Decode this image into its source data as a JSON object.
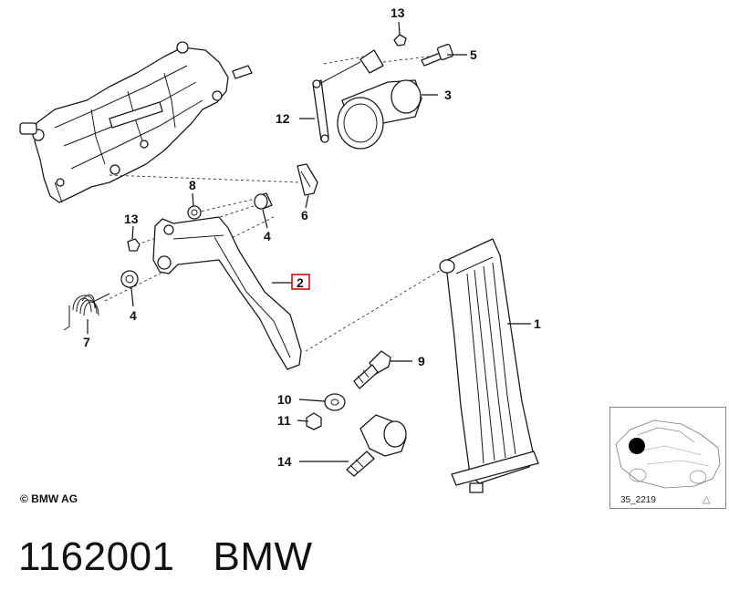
{
  "diagram": {
    "parts": [
      {
        "id": "label-1",
        "text": "1"
      },
      {
        "id": "label-2",
        "text": "2"
      },
      {
        "id": "label-3",
        "text": "3"
      },
      {
        "id": "label-4a",
        "text": "4"
      },
      {
        "id": "label-4b",
        "text": "4"
      },
      {
        "id": "label-5",
        "text": "5"
      },
      {
        "id": "label-6",
        "text": "6"
      },
      {
        "id": "label-7",
        "text": "7"
      },
      {
        "id": "label-8",
        "text": "8"
      },
      {
        "id": "label-9",
        "text": "9"
      },
      {
        "id": "label-10",
        "text": "10"
      },
      {
        "id": "label-11",
        "text": "11"
      },
      {
        "id": "label-12",
        "text": "12"
      },
      {
        "id": "label-13a",
        "text": "13"
      },
      {
        "id": "label-13b",
        "text": "13"
      },
      {
        "id": "label-14",
        "text": "14"
      }
    ],
    "highlight_color": "#cc0000",
    "copyright": "© BMW AG",
    "inset_code": "35_2219",
    "inset_symbol": "△"
  },
  "footer": {
    "part_number": "1162001",
    "brand": "BMW"
  }
}
